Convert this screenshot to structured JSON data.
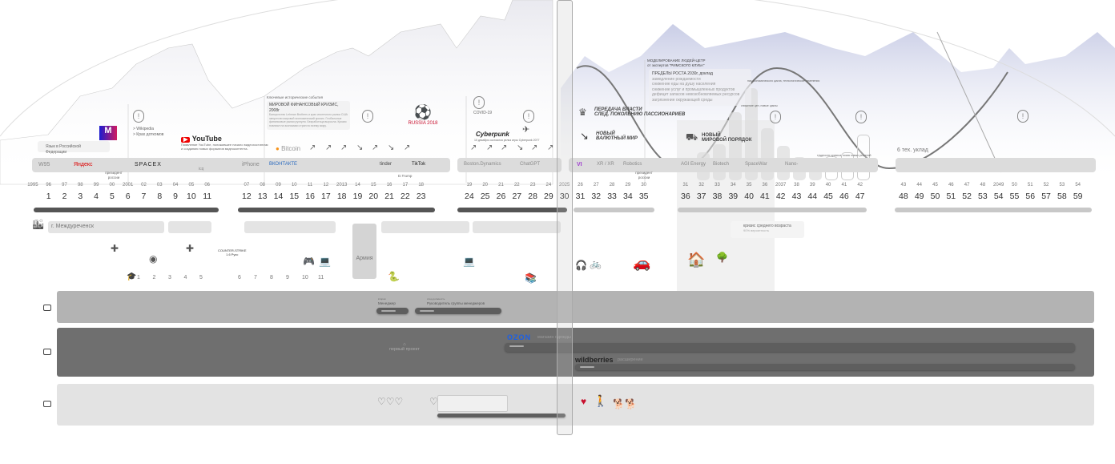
{
  "colors": {
    "dark_lane": "#6f6f6f",
    "mid_lane": "#b3b3b3",
    "light_lane": "#e3e3e3",
    "ozon": "#1a5fe8",
    "accent_red": "#c8102e"
  },
  "events": {
    "russia": "Язык в Российской Федерации",
    "wiki": [
      "> Wikipedia",
      "> Крах доткомов"
    ],
    "youtube": "YouTube",
    "youtube_note": "Появление YouTube, положившее начало видеохостингам и созданию новых форматов видеоконтента.",
    "crisis_head": "Ключевые исторические события",
    "crisis_title": "МИРОВОЙ ФИНАНСОВЫЙ КРИЗИС, 2008г",
    "crisis_text": "Банкротство Lehman Brothers и крах ипотечного рынка США запустили мировой экономический кризис. Глобальные финансовые рынки рухнули. Безработица выросла. Кризис повлиял на экономики стран по всему миру.",
    "bitcoin": "Bitcoin",
    "worldcup": "RUSSIA 2018",
    "covid": "COVID-19",
    "cyberpunk": "Cyberpunk",
    "cyberpunk_note": "10 декабря состоялся релиз игры Cyberpunk 2077",
    "power_transfer": [
      "ПЕРЕДАЧА ВЛАСТИ",
      "СЛЕД. ПОКОЛЕНИЮ ПАССИОНАРИЕВ"
    ],
    "currency": [
      "НОВЫЙ",
      "ВАЛЮТНЫЙ МИР"
    ],
    "model_head": [
      "МОДЕЛИРОВАНИЕ ЛЮДЕЙ-ЦЕТР",
      "от экспертов \"РИМСКОГО КЛУБА\""
    ],
    "limits_title": "ПРЕДЕЛЫ РОСТА 2030г, доклад",
    "limits": [
      "замедление рождаемости",
      "снижение еды на душу населения",
      "снижение услуг и промышленных продуктов",
      "дефицит запасов невозобновляемых ресурсов",
      "загрязнение окружающей среды"
    ],
    "new_order": [
      "НОВЫЙ",
      "МИРОВОЙ ПОРЯДОК"
    ],
    "note_peak": "пик экономического цикла, технологические изменения",
    "note_mid": "снижение цен, новые циклы",
    "note_low": "трудности кризиса, поиск новых решений",
    "tech_order": "6 тех. уклад",
    "president": "президент россии",
    "trump": "D.Trump"
  },
  "tech_band": [
    "W95",
    "Яндекс",
    "SPACEX",
    "icq",
    "iPhone",
    "ВКОНТАКТЕ",
    "tinder",
    "TikTok",
    "Boston.Dynamics",
    "ChatGPT",
    "VI",
    "XR / XR",
    "Robotics",
    "AGI Energy",
    "Biotech",
    "SpaceWar",
    "Nano-"
  ],
  "timeline": {
    "groups": [
      {
        "years": [
          "1995",
          "96",
          "97",
          "98",
          "99",
          "00",
          "2001",
          "02",
          "03",
          "04",
          "05",
          "06"
        ],
        "ages": [
          "",
          "1",
          "2",
          "3",
          "4",
          "5",
          "6",
          "7",
          "8",
          "9",
          "10",
          "11"
        ]
      },
      {
        "years": [
          "07",
          "08",
          "09",
          "10",
          "11",
          "12",
          "2013",
          "14",
          "15",
          "16",
          "17",
          "18"
        ],
        "ages": [
          "12",
          "13",
          "14",
          "15",
          "16",
          "17",
          "18",
          "19",
          "20",
          "21",
          "22",
          "23"
        ]
      },
      {
        "years": [
          "19",
          "20",
          "21",
          "22",
          "23",
          "24",
          "2025",
          "26",
          "27",
          "28",
          "29",
          "30"
        ],
        "ages": [
          "24",
          "25",
          "26",
          "27",
          "28",
          "29",
          "30",
          "31",
          "32",
          "33",
          "34",
          "35"
        ]
      },
      {
        "years": [
          "31",
          "32",
          "33",
          "34",
          "35",
          "36",
          "2037",
          "38",
          "39",
          "40",
          "41",
          "42"
        ],
        "ages": [
          "36",
          "37",
          "38",
          "39",
          "40",
          "41",
          "42",
          "43",
          "44",
          "45",
          "46",
          "47"
        ]
      },
      {
        "years": [
          "43",
          "44",
          "45",
          "46",
          "47",
          "48",
          "2049",
          "50",
          "51",
          "52",
          "53",
          "54"
        ],
        "ages": [
          "48",
          "49",
          "50",
          "51",
          "52",
          "53",
          "54",
          "55",
          "56",
          "57",
          "58",
          "59"
        ]
      }
    ]
  },
  "location": "г. Междуреченск",
  "school": [
    "1",
    "2",
    "3",
    "4",
    "5",
    "6",
    "7",
    "8",
    "9",
    "10",
    "11"
  ],
  "army": "Армия",
  "counterstrike": [
    "COUNTER-STRIKE",
    "1.6 Русс"
  ],
  "midlife": {
    "title": "кризис среднего возраста",
    "prob": "90% вероятность"
  },
  "lanes": {
    "career": {
      "role1_cap": "вторая",
      "role1": "Менеджер",
      "role2_cap": "след должность",
      "role2": "Руководитель группы менеджеров"
    },
    "business": {
      "first": "первый проект",
      "ozon": "OZON",
      "ozon_note": "магазин одежды",
      "wb": "wildberries",
      "wb_note": "расширение"
    }
  }
}
